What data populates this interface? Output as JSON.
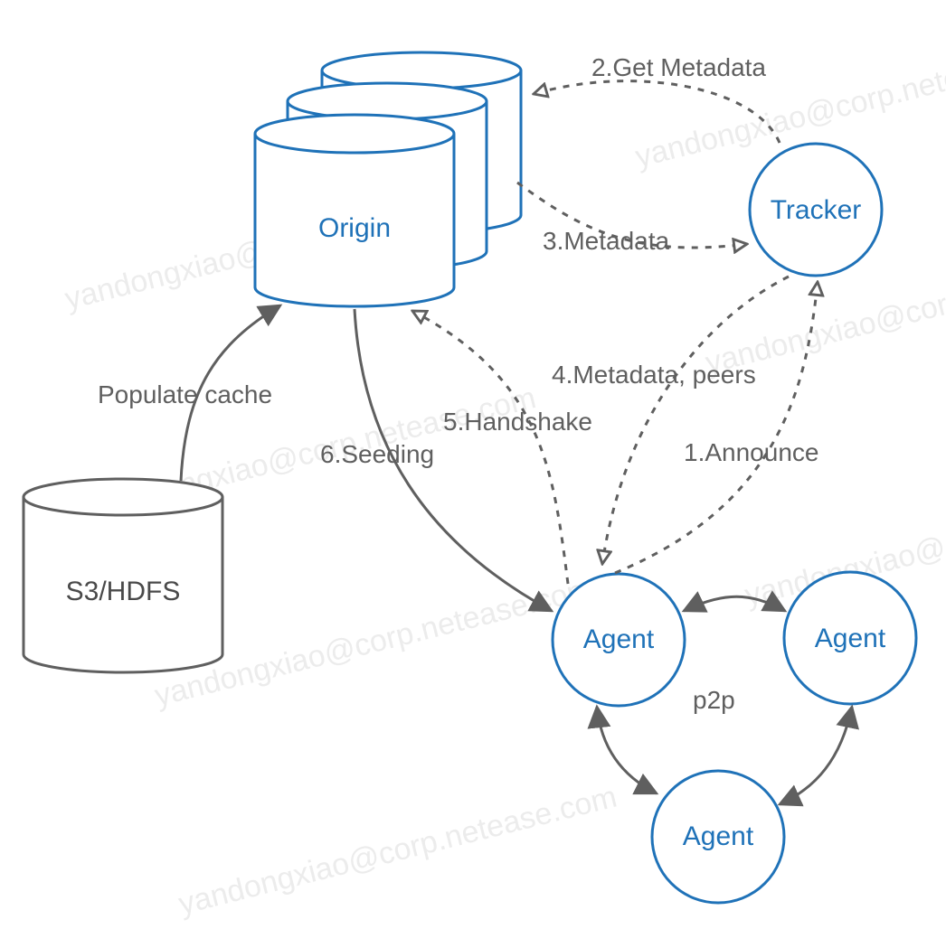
{
  "watermark": "yandongxiao@corp.netease.com",
  "nodes": {
    "origin": "Origin",
    "tracker": "Tracker",
    "storage": "S3/HDFS",
    "agent_main": "Agent",
    "agent_right": "Agent",
    "agent_bottom": "Agent"
  },
  "labels": {
    "get_metadata": "2.Get Metadata",
    "metadata": "3.Metadata",
    "metadata_peers": "4.Metadata, peers",
    "handshake": "5.Handshake",
    "announce": "1.Announce",
    "seeding": "6.Seeding",
    "populate_cache": "Populate cache",
    "p2p": "p2p"
  },
  "colors": {
    "accent": "#1f72b8",
    "line": "#5f5f5f"
  }
}
